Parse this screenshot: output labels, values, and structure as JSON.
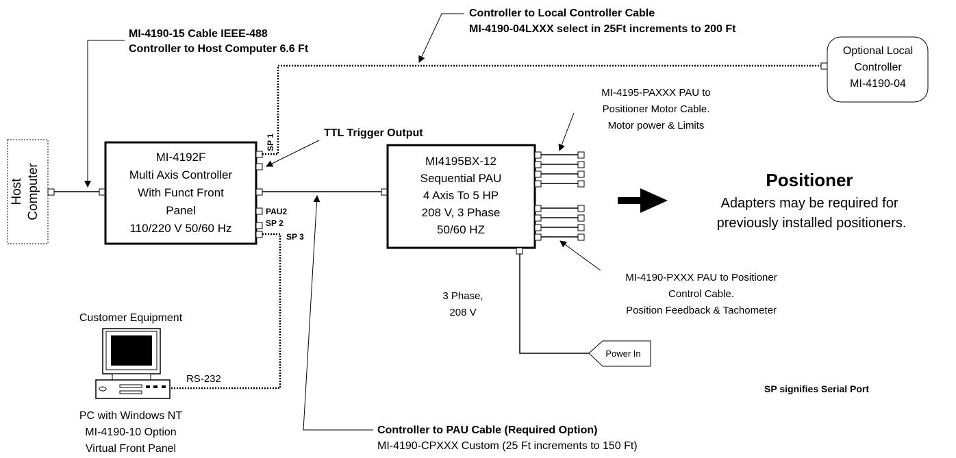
{
  "host": {
    "line1": "Host",
    "line2": "Computer"
  },
  "controller": {
    "lines": [
      "MI-4192F",
      "Multi Axis Controller",
      "With Funct Front",
      "Panel",
      "110/220 V 50/60 Hz"
    ],
    "port_sp1": "SP 1",
    "port_pau2": "PAU2",
    "port_sp2": "SP 2",
    "port_sp3": "SP 3"
  },
  "pau": {
    "lines": [
      "MI4195BX-12",
      "Sequential PAU",
      "4 Axis To 5 HP",
      "208 V, 3 Phase",
      "50/60 HZ"
    ]
  },
  "local_controller": {
    "lines": [
      "Optional Local",
      "Controller",
      "MI-4190-04"
    ]
  },
  "labels": {
    "host_cable_1": "MI-4190-15  Cable  IEEE-488",
    "host_cable_2": "Controller to Host Computer  6.6 Ft",
    "local_cable_1": "Controller to Local Controller Cable",
    "local_cable_2": "MI-4190-04LXXX  select in 25Ft increments to 200 Ft",
    "ttl_trigger": "TTL Trigger Output",
    "motor_cable_1": "MI-4195-PAXXX PAU to",
    "motor_cable_2": "Positioner Motor Cable.",
    "motor_cable_3": "Motor power & Limits",
    "positioner_title": "Positioner",
    "positioner_note_1": "Adapters may be required for",
    "positioner_note_2": "previously installed positioners.",
    "control_cable_1": "MI-4190-PXXX PAU to Positioner",
    "control_cable_2": "Control Cable.",
    "control_cable_3": "Position Feedback & Tachometer",
    "three_phase_1": "3 Phase,",
    "three_phase_2": "208 V",
    "power_in": "Power In",
    "customer_equipment": "Customer Equipment",
    "rs232": "RS-232",
    "pc_1": "PC with Windows NT",
    "pc_2": "MI-4190-10 Option",
    "pc_3": "Virtual Front Panel",
    "pau_cable_1": "Controller to PAU Cable (Required Option)",
    "pau_cable_2": "MI-4190-CPXXX Custom (25 Ft increments to 150 Ft)",
    "sp_note": "SP signifies Serial Port"
  }
}
